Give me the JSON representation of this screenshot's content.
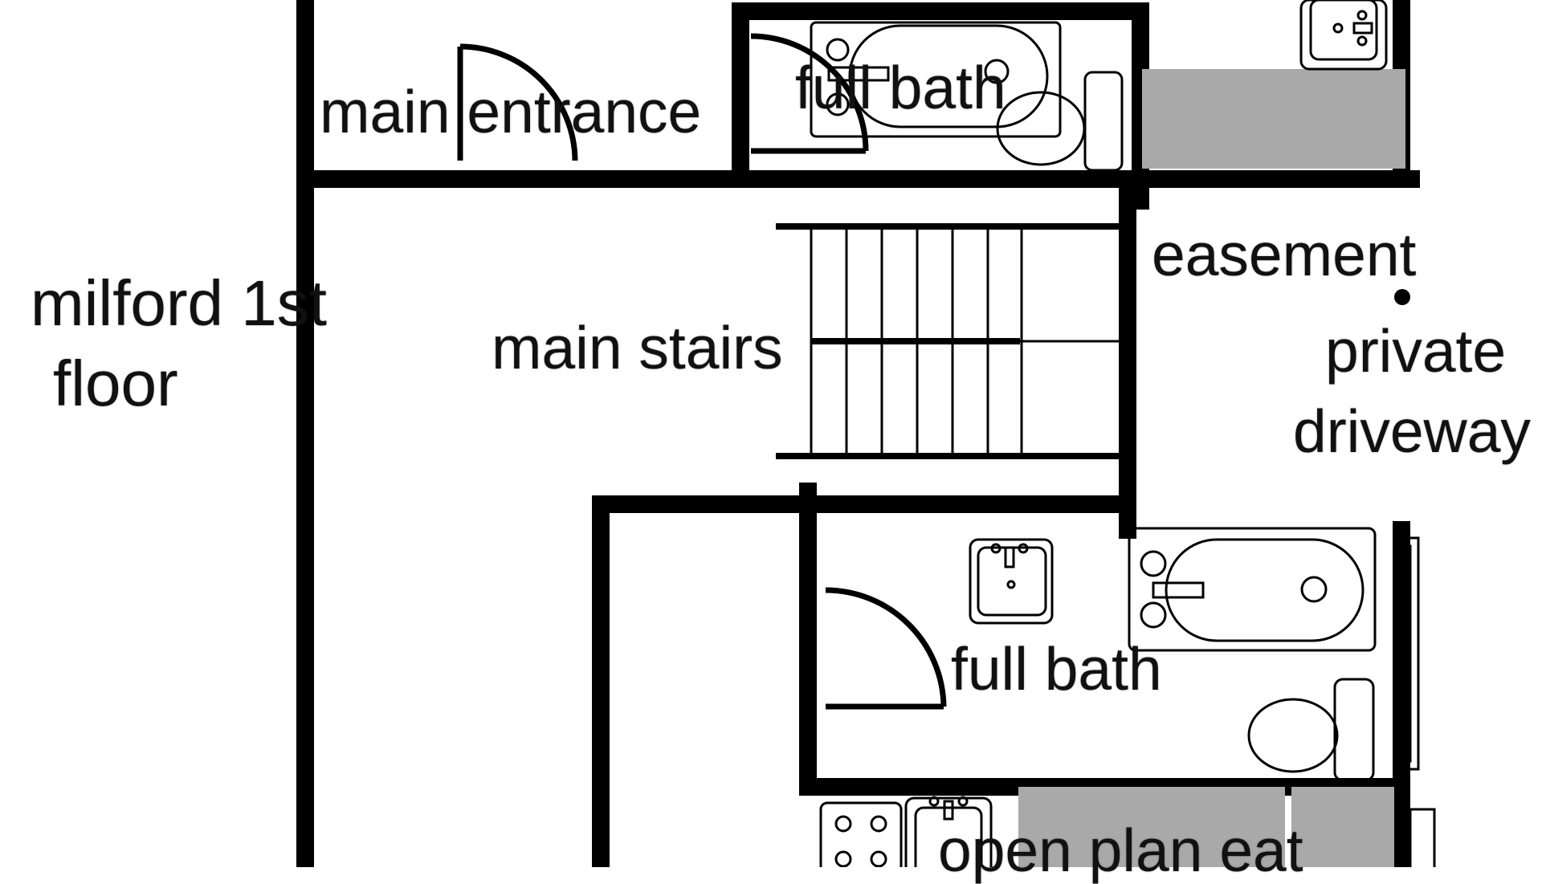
{
  "plan": {
    "title_line1": "milford 1st",
    "title_line2": "floor",
    "rooms": {
      "main_entrance": "main entrance",
      "full_bath_upper": "full bath",
      "main_stairs": "main stairs",
      "easement": "easement",
      "private_line1": "private",
      "private_line2": "driveway",
      "full_bath_lower": "full bath",
      "open_plan": "open plan eat"
    }
  },
  "colors": {
    "wall": "#000000",
    "counter_fill": "#a9a9a9",
    "background": "#ffffff"
  }
}
